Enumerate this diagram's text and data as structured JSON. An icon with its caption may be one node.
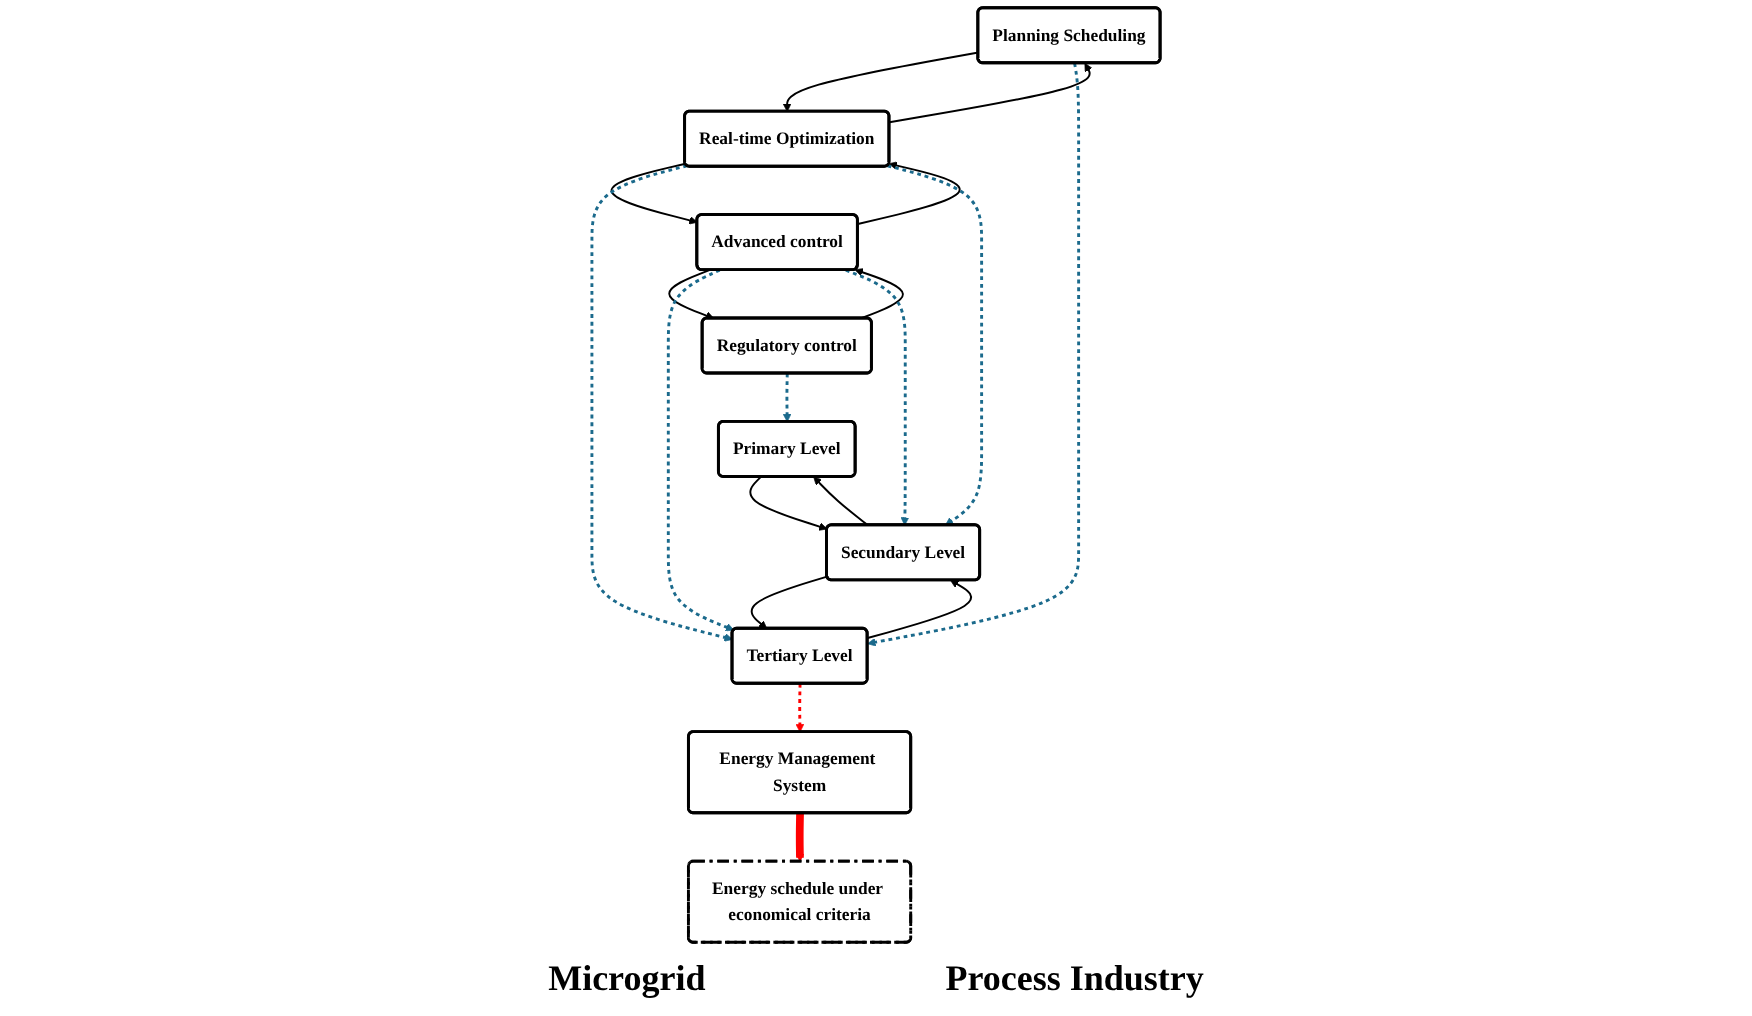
{
  "diagram": {
    "nodes": [
      {
        "text": [
          "Planning Scheduling"
        ]
      },
      {
        "text": [
          "Real-time Optimization"
        ]
      },
      {
        "text": [
          "Advanced control"
        ]
      },
      {
        "text": [
          "Regulatory control"
        ]
      },
      {
        "text": [
          "Tertiary Level"
        ]
      },
      {
        "text": [
          "Secundary Level"
        ]
      },
      {
        "text": [
          "Primary Level"
        ]
      },
      {
        "text": [
          "Energy Management System"
        ]
      },
      {
        "text": [
          "Energy schedule under economical criteria"
        ]
      }
    ],
    "edges": [
      {
        "from": 0,
        "to": 1,
        "arrow": "to"
      },
      {
        "from": 1,
        "to": 0,
        "arrow": "to"
      },
      {
        "from": 1,
        "to": 2,
        "arrow": "to"
      },
      {
        "from": 2,
        "to": 1,
        "arrow": "to"
      },
      {
        "from": 2,
        "to": 3,
        "arrow": "to"
      },
      {
        "from": 3,
        "to": 2,
        "arrow": "to"
      },
      {
        "from": 4,
        "to": 5,
        "arrow": "to"
      },
      {
        "from": 5,
        "to": 4,
        "arrow": "to"
      },
      {
        "from": 5,
        "to": 6,
        "arrow": "to"
      },
      {
        "from": 6,
        "to": 5,
        "arrow": "to"
      },
      {
        "from": 0,
        "to": 4,
        "arrow": "to",
        "style": "dashed",
        "color": "#1b6a8c"
      },
      {
        "from": 1,
        "to": 4,
        "arrow": "to",
        "style": "dashed",
        "color": "#1b6a8c"
      },
      {
        "from": 1,
        "to": 5,
        "arrow": "to",
        "style": "dashed",
        "color": "#1b6a8c"
      },
      {
        "from": 2,
        "to": 4,
        "arrow": "to",
        "style": "dashed",
        "color": "#1b6a8c"
      },
      {
        "from": 2,
        "to": 5,
        "arrow": "to",
        "style": "dashed",
        "color": "#1b6a8c"
      },
      {
        "from": 3,
        "to": 6,
        "arrow": "to",
        "style": "dashed",
        "color": "#1b6a8c"
      },
      {
        "from": 4,
        "to": 7,
        "arrow": "to",
        "style": "dashed",
        "color": "#ff0000"
      },
      {
        "from": 7,
        "to": 8,
        "arrow": "to",
        "style": "thick",
        "color": "#ff0000"
      }
    ],
    "labels": [
      "Microgrid",
      "Process Industry"
    ]
  }
}
